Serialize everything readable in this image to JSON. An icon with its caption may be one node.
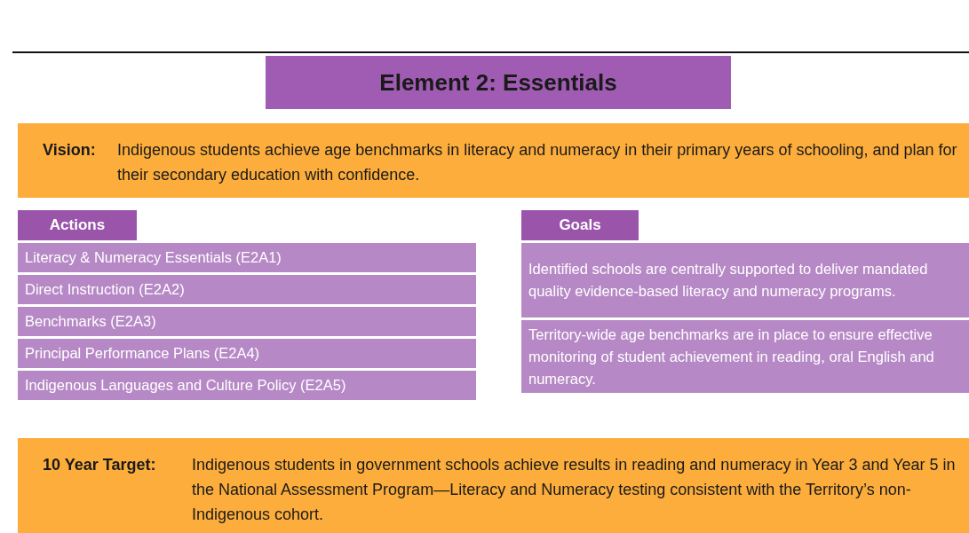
{
  "diagram": {
    "nodes": [
      {
        "text": [
          "Element 2: Essentials"
        ]
      },
      {
        "text": [
          "Vision:",
          "Indigenous students achieve age benchmarks in literacy and numeracy in their primary years of schooling, and plan for their secondary education with confidence."
        ]
      },
      {
        "text": [
          "Actions"
        ]
      },
      {
        "text": [
          "Literacy & Numeracy Essentials (E2A1)"
        ]
      },
      {
        "text": [
          "Direct Instruction (E2A2)"
        ]
      },
      {
        "text": [
          "Benchmarks (E2A3)"
        ]
      },
      {
        "text": [
          "Principal Performance Plans (E2A4)"
        ]
      },
      {
        "text": [
          "Indigenous Languages and Culture Policy (E2A5)"
        ]
      },
      {
        "text": [
          "Goals"
        ]
      },
      {
        "text": [
          "Identified schools are centrally supported to deliver mandated quality evidence-based literacy and numeracy programs."
        ]
      },
      {
        "text": [
          "Territory-wide age benchmarks are in place to ensure effective monitoring of student achievement in reading, oral English and numeracy."
        ]
      },
      {
        "text": [
          "10 Year Target:",
          "Indigenous students in government schools achieve results in reading and numeracy in Year 3 and Year 5 in the National Assessment Program—Literacy and Numeracy testing consistent with the Territory’s non-Indigenous cohort."
        ]
      }
    ]
  }
}
